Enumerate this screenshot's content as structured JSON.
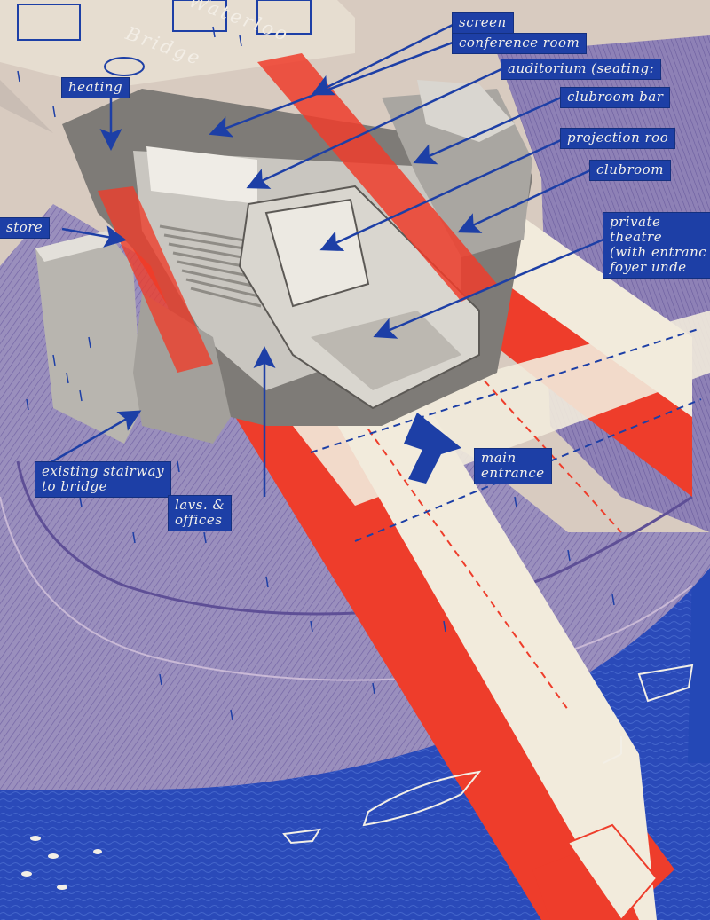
{
  "colors": {
    "paper": "#d8cbc0",
    "blue_ink": "#1d3fa6",
    "river": "#2848b8",
    "red": "#ee3d2b",
    "cream": "#f2ebdc",
    "grey_building": "#8d8b87",
    "lilac_paving": "#8f84b4"
  },
  "street": {
    "bridge_text_1": "Waterloo",
    "bridge_text_2": "Bridge"
  },
  "labels": {
    "screen": "screen",
    "conference_room": "conference room",
    "auditorium": "auditorium (seating:",
    "clubroom_bar": "clubroom bar",
    "projection_room": "projection roo",
    "clubroom": "clubroom",
    "private_theatre": "private\ntheatre\n(with entranc\nfoyer unde",
    "heating": "heating",
    "store": "store",
    "existing_stairway": "existing stairway\nto bridge",
    "lavs_offices": "lavs. &\noffices",
    "main_entrance": "main\nentrance"
  },
  "icons": {
    "entrance_arrow": "blue-up-arrow-icon",
    "leader": "blue-leader-arrow-icon"
  }
}
